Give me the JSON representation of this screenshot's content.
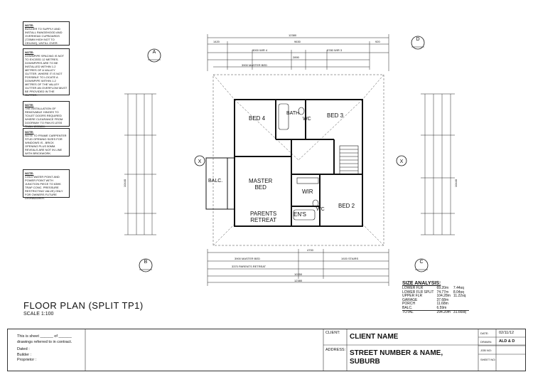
{
  "notes": [
    {
      "heading": "NOTE:",
      "text": "BUILDER TO SUPPLY AND INSTALL RANGEHOOD AND OVERHEAD CUPBOARDS (720mm HIGH NOT TO CEILING), UNTILL OVER."
    },
    {
      "heading": "NOTE:",
      "text": "DOWNPIPE SPACING IS NOT TO EXCEED 12 METRES. DOWNPIPES ARE TO BE INSTALLED WITHIN 1.2 METRES OF A VALLEY GUTTER, WHERE IT IS NOT POSSIBLE TO LOCATE A DOWNPIPE WITHIN 1.2 METRES OF THE VALLEY GUTTER AN OVERFLOW MUST BE PROVIDED IN THE GUTTER."
    },
    {
      "heading": "NOTE:",
      "text": "THE INSTALLATION OF REMOVABLE HINGES TO TOILET DOORS REQUIRED WHERE CLEARANCE FROM DOORWAY TO PAN IS LESS THAN 1200mm."
    },
    {
      "heading": "NOTE:",
      "text": "NOTE TO FRAME CARPENTER STUD OPENING SIZES FOR WINDOWS IS - BRICK OPENING PLUS 50mm. REVEALS ARE NOT IN LINE WITH BRICKWORK."
    },
    {
      "heading": "NOTE:",
      "text": "COLD WATER POINT AND POWER POINT WITH JUNCTION PIECE TO 63hk TRAP CONC. PRESSURE RESTRICTING VALVE) ONLY FOR OWNERS FUTURE DISHWASHER."
    }
  ],
  "rooms": {
    "bed4": "BED 4",
    "bath": "BATH",
    "wc1": "WC",
    "bed3": "BED 3",
    "master": "MASTER\nBED",
    "balc": "BALC.",
    "wir": "WIR",
    "ens": "EN'S",
    "wc2": "WC",
    "bed2": "BED 2",
    "retreat": "PARENTS\nRETREAT"
  },
  "dims": {
    "top_total": "12380",
    "top_inner": "9630",
    "top_left": "1420",
    "top_right": "920",
    "bottom_total": "12380",
    "bottom_mid": "10350",
    "bottom_a": "4700",
    "bottom_b": "3370 PARENTS RETREAT",
    "side_total": "10440",
    "stairs": "1920 STAIRS",
    "master_bed": "3900 MASTER BED",
    "top_row": "3000 WIR 4",
    "bed4_w": "2890",
    "bed3_w": "3780 WIR 3"
  },
  "section_markers": [
    "A",
    "D",
    "X",
    "B",
    "C",
    "X"
  ],
  "title": "FLOOR PLAN (SPLIT TP1)",
  "scale": "SCALE 1:100",
  "size_analysis": {
    "heading": "SIZE ANALYSIS:",
    "rows": [
      [
        "LOWER FLR",
        "69.20m",
        "7.44sq"
      ],
      [
        "LOWER FLR SPLIT",
        "74.77m",
        "8.04sq"
      ],
      [
        "UPPER FLR",
        "104.28m",
        "11.22sq"
      ],
      [
        "GARAGE",
        "37.68m",
        "",
        ""
      ],
      [
        "PORCH",
        "11.68m",
        ""
      ],
      [
        "BALC.",
        "6.59m",
        ""
      ],
      [
        "TOTAL",
        "294.20m",
        "31.66sq"
      ]
    ]
  },
  "title_block": {
    "sheet_line1": "This is sheet ______ of ______",
    "sheet_line2": "drawings referred  to in contract.",
    "dated": "Dated :",
    "builder": "Builder :",
    "proprietor": "Proprietor :",
    "client_label": "CLIENT:",
    "client_value": "CLIENT NAME",
    "address_label": "ADDRESS:",
    "address_line1": "STREET NUMBER & NAME,",
    "address_line2": "SUBURB",
    "date_label": "DATE:",
    "date_value": "02/11/12",
    "drawn_label": "DRAWN:",
    "drawn_value": "ALD & D",
    "job_label": "JOB NO:",
    "sheet_label": "SHEET NO:"
  }
}
